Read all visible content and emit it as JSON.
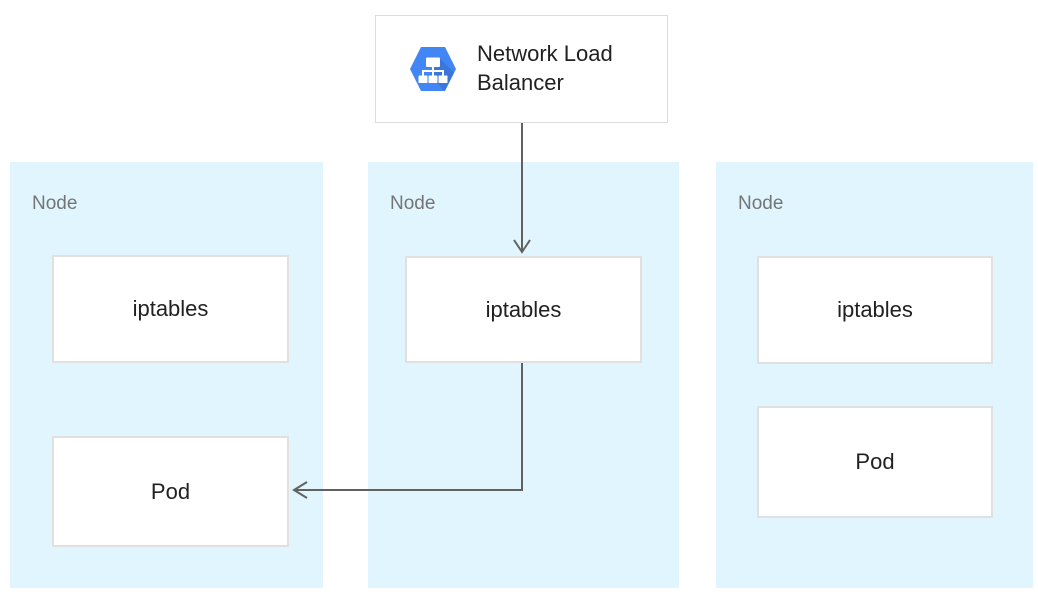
{
  "load_balancer": {
    "label": "Network Load Balancer",
    "icon": "load-balancer-hexagon-icon"
  },
  "nodes": [
    {
      "label": "Node",
      "boxes": [
        {
          "label": "iptables"
        },
        {
          "label": "Pod"
        }
      ]
    },
    {
      "label": "Node",
      "boxes": [
        {
          "label": "iptables"
        }
      ]
    },
    {
      "label": "Node",
      "boxes": [
        {
          "label": "iptables"
        },
        {
          "label": "Pod"
        }
      ]
    }
  ],
  "edges": [
    {
      "from": "network-load-balancer",
      "to": "node-2-iptables"
    },
    {
      "from": "node-2-iptables",
      "to": "node-1-pod"
    }
  ],
  "colors": {
    "node_background": "#E1F5FE",
    "box_border": "#E0E0E0",
    "lb_border": "#DADCE0",
    "arrow": "#616161",
    "node_label_text": "#757575",
    "box_label_text": "#212121",
    "hexagon_fill": "#4285F4",
    "hexagon_glyph": "#FFFFFF"
  }
}
